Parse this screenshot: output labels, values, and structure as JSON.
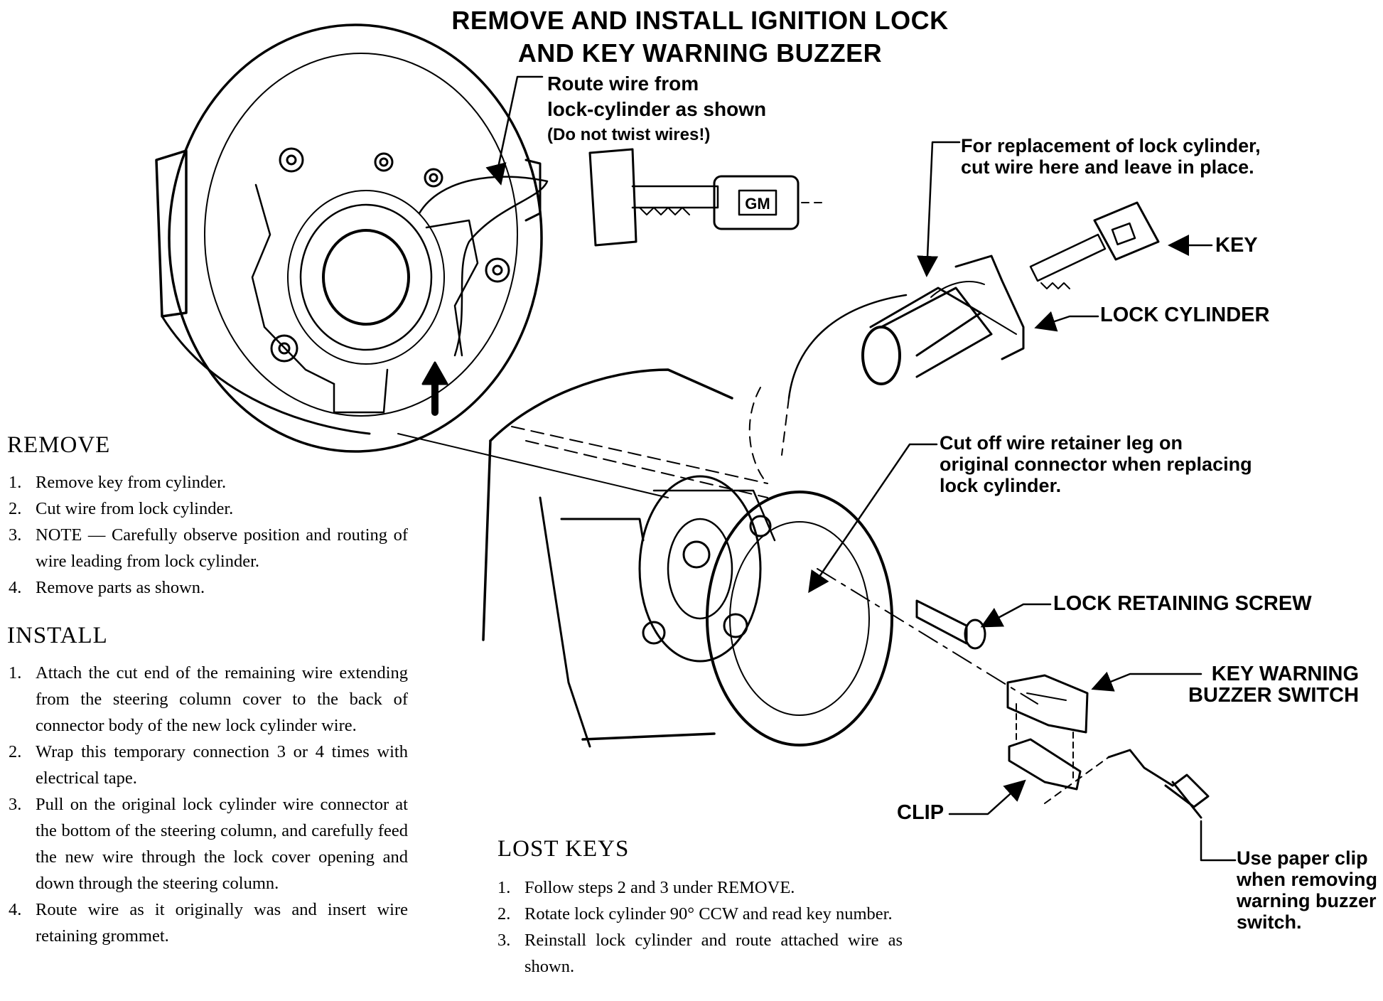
{
  "title": {
    "line1": "REMOVE AND INSTALL IGNITION LOCK",
    "line2": "AND KEY WARNING BUZZER"
  },
  "callouts": {
    "route_wire": {
      "line1": "Route wire from",
      "line2": "lock-cylinder as shown",
      "line3": "(Do not twist wires!)"
    },
    "replacement": {
      "line1": "For replacement of lock cylinder,",
      "line2": "cut wire here and leave in place."
    },
    "key": "KEY",
    "lock_cylinder": "LOCK CYLINDER",
    "cut_off": {
      "line1": "Cut off wire retainer leg on",
      "line2": "original connector when replacing",
      "line3": "lock cylinder."
    },
    "lock_retaining_screw": "LOCK RETAINING SCREW",
    "buzzer_switch": {
      "line1": "KEY WARNING",
      "line2": "BUZZER SWITCH"
    },
    "clip": "CLIP",
    "paper_clip": {
      "line1": "Use paper clip",
      "line2": "when removing",
      "line3": "warning buzzer",
      "line4": "switch."
    },
    "key_badge": "GM"
  },
  "remove": {
    "heading": "REMOVE",
    "steps": [
      {
        "num": "1.",
        "text": "Remove key from cylinder."
      },
      {
        "num": "2.",
        "text": "Cut wire from lock cylinder."
      },
      {
        "num": "3.",
        "text": "NOTE — Carefully observe position and routing of wire leading from lock cylinder."
      },
      {
        "num": "4.",
        "text": "Remove parts as shown."
      }
    ]
  },
  "install": {
    "heading": "INSTALL",
    "steps": [
      {
        "num": "1.",
        "text": "Attach the cut end of the remaining wire extending from the steering column cover to the back of connector body of the new lock cylinder wire."
      },
      {
        "num": "2.",
        "text": "Wrap this temporary connection 3 or 4 times with electrical tape."
      },
      {
        "num": "3.",
        "text": "Pull on the original lock cylinder wire connector at the bottom of the steering column, and carefully feed the new wire through the lock cover opening and down through the steering column."
      },
      {
        "num": "4.",
        "text": "Route wire as it originally was and insert wire retaining grommet."
      }
    ]
  },
  "lost_keys": {
    "heading": "LOST KEYS",
    "steps": [
      {
        "num": "1.",
        "text": "Follow steps 2 and 3 under REMOVE."
      },
      {
        "num": "2.",
        "text": "Rotate lock cylinder 90° CCW and read key number."
      },
      {
        "num": "3.",
        "text": "Reinstall lock cylinder and route attached wire as shown."
      }
    ]
  }
}
